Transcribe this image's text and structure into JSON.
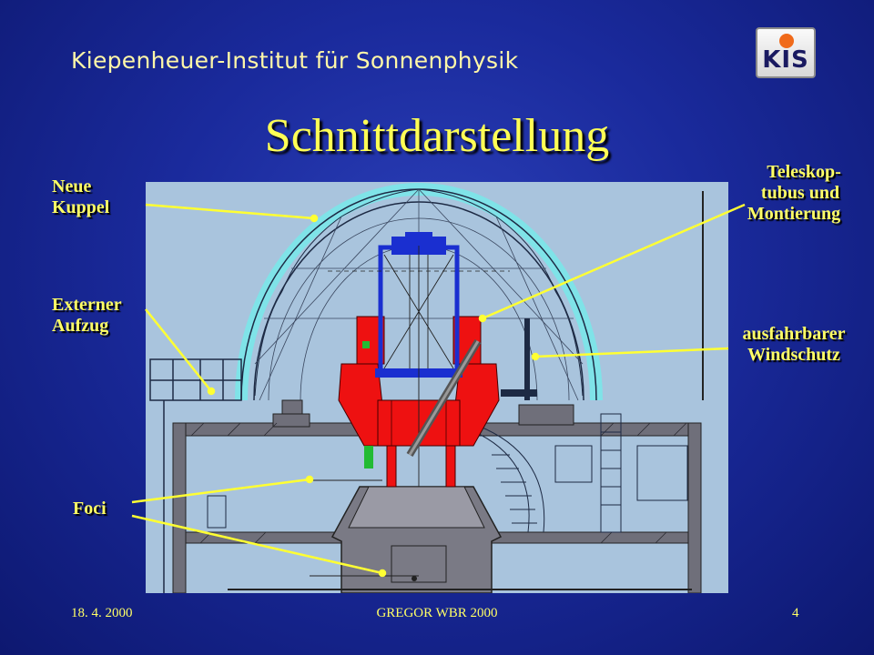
{
  "header": {
    "institute": "Kiepenheuer-Institut für Sonnenphysik",
    "logo_text": "KIS"
  },
  "title": "Schnittdarstellung",
  "labels": {
    "neue_kuppel": [
      "Neue",
      "Kuppel"
    ],
    "externer_aufzug": [
      "Externer",
      "Aufzug"
    ],
    "foci": [
      "Foci"
    ],
    "teleskop": [
      "Teleskop-",
      "tubus und",
      "Montierung"
    ],
    "windschutz": [
      "ausfahrbarer",
      "Windschutz"
    ]
  },
  "footer": {
    "date": "18. 4. 2000",
    "event": "GREGOR WBR 2000",
    "page": "4"
  },
  "colors": {
    "title": "#ffff55",
    "labels": "#ffff66",
    "leader_lines": "#ffff33",
    "drawing_bg": "#a9c4dd",
    "structure_red": "#ee1111",
    "tube_blue": "#1a2fd0",
    "dome_cyan": "#7fe3e8"
  }
}
